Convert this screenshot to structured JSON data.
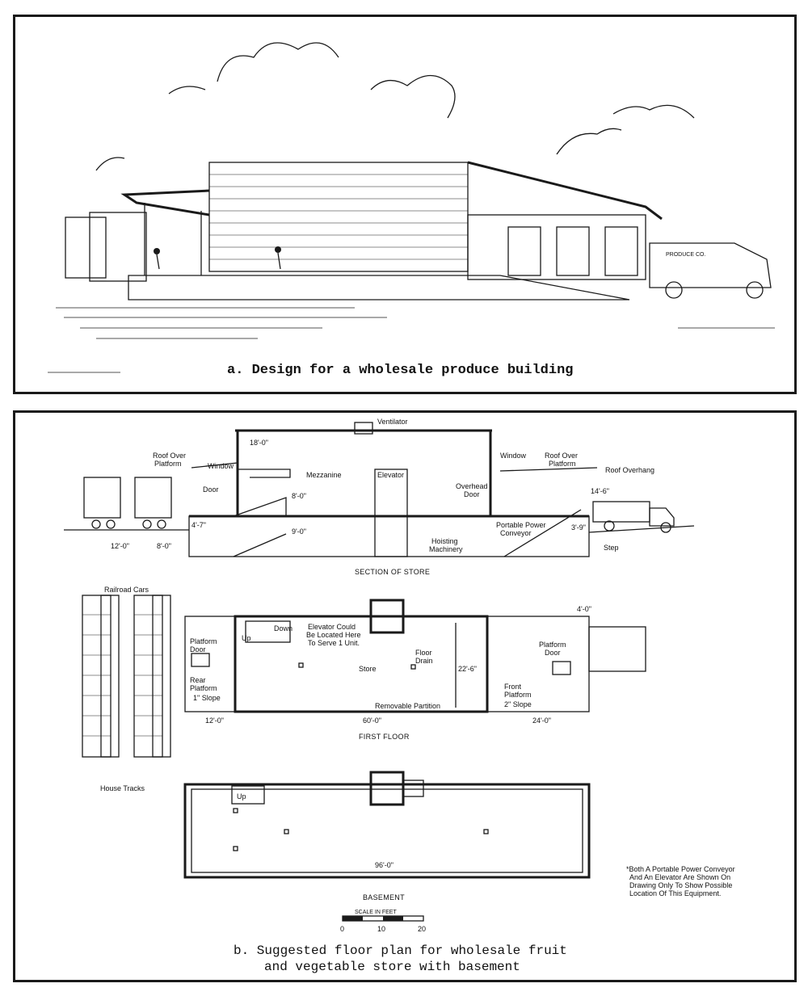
{
  "panel_a": {
    "caption": "a.  Design for a wholesale produce building",
    "truck_lettering": "PRODUCE CO."
  },
  "panel_b": {
    "caption_line1": "b.  Suggested floor plan for wholesale fruit",
    "caption_line2": "and vegetable store with basement",
    "section": {
      "title": "SECTION OF STORE",
      "labels": {
        "ventilator": "Ventilator",
        "roof_over_platform_left": "Roof Over\nPlatform",
        "window_left": "Window",
        "mezzanine": "Mezzanine",
        "door": "Door",
        "elevator": "Elevator",
        "window_right": "Window",
        "roof_over_platform_right": "Roof Over\nPlatform",
        "roof_overhang": "Roof Overhang",
        "overhead_door": "Overhead\nDoor",
        "hoisting_machinery": "Hoisting\nMachinery",
        "portable_power_conveyor": "Portable Power\nConveyor",
        "step": "Step"
      },
      "dimensions": {
        "d18": "18'-0\"",
        "d8": "8'-0\"",
        "d9": "9'-0\"",
        "d47": "4'-7\"",
        "d146": "14'-6\"",
        "d39": "3'-9\"",
        "d12": "12'-0\"",
        "d8b": "8'-0\""
      }
    },
    "first_floor": {
      "title": "FIRST FLOOR",
      "labels": {
        "railroad_cars": "Railroad Cars",
        "house_tracks": "House Tracks",
        "platform_door_left": "Platform\nDoor",
        "rear_platform": "Rear\nPlatform\n1\" Slope",
        "up": "Up",
        "down": "Down",
        "elevator_note": "Elevator Could\nBe Located Here\nTo Serve 1 Unit.",
        "store": "Store",
        "floor_drain": "Floor\nDrain",
        "removable_partition": "Removable Partition",
        "platform_door_right": "Platform\nDoor",
        "front_platform": "Front\nPlatform\n2\" Slope"
      },
      "dimensions": {
        "d12": "12'-0\"",
        "d60": "60'-0\"",
        "d24": "24'-0\"",
        "d226": "22'-6\"",
        "d4": "4'-0\""
      }
    },
    "basement": {
      "title": "BASEMENT",
      "up": "Up",
      "d96": "96'-0\""
    },
    "scale": {
      "title": "SCALE IN FEET",
      "ticks": [
        "0",
        "10",
        "20"
      ]
    },
    "footnote": "Both A Portable Power Conveyor\nAnd An Elevator Are Shown On\nDrawing Only To Show Possible\nLocation Of This Equipment."
  }
}
